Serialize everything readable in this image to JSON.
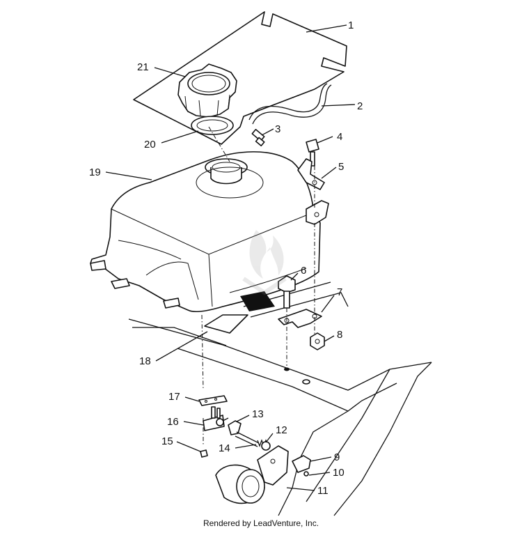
{
  "diagram": {
    "callouts": [
      {
        "id": "1",
        "text": "1"
      },
      {
        "id": "2",
        "text": "2"
      },
      {
        "id": "3",
        "text": "3"
      },
      {
        "id": "4",
        "text": "4"
      },
      {
        "id": "5",
        "text": "5"
      },
      {
        "id": "6",
        "text": "6"
      },
      {
        "id": "7",
        "text": "7"
      },
      {
        "id": "8",
        "text": "8"
      },
      {
        "id": "9",
        "text": "9"
      },
      {
        "id": "10",
        "text": "10"
      },
      {
        "id": "11",
        "text": "11"
      },
      {
        "id": "12",
        "text": "12"
      },
      {
        "id": "13",
        "text": "13"
      },
      {
        "id": "14",
        "text": "14"
      },
      {
        "id": "15",
        "text": "15"
      },
      {
        "id": "16",
        "text": "16"
      },
      {
        "id": "17",
        "text": "17"
      },
      {
        "id": "18",
        "text": "18"
      },
      {
        "id": "19",
        "text": "19"
      },
      {
        "id": "20",
        "text": "20"
      },
      {
        "id": "21",
        "text": "21"
      }
    ],
    "footer": "Rendered by LeadVenture, Inc."
  }
}
